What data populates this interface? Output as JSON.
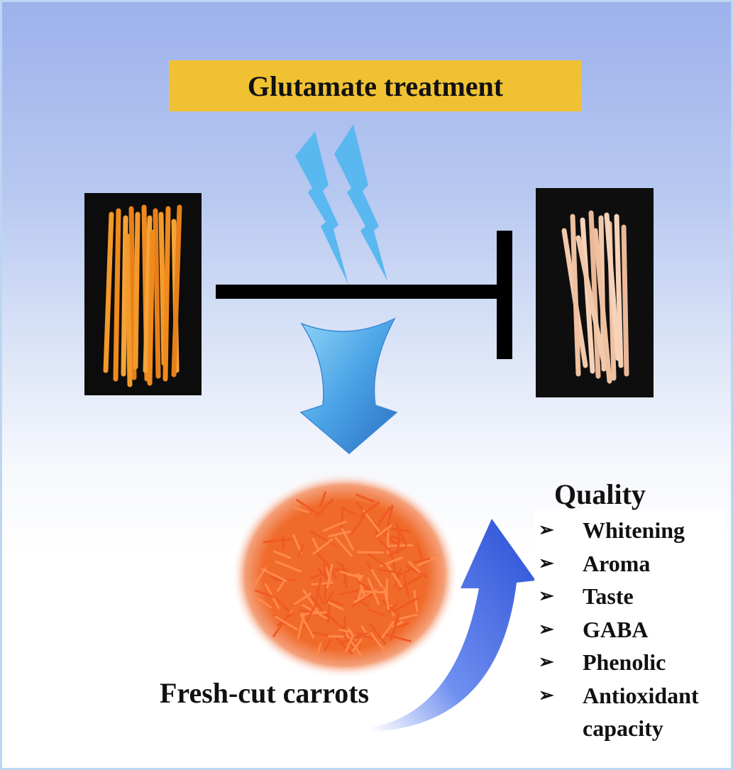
{
  "title": "Glutamate treatment",
  "caption": "Fresh-cut carrots",
  "quality": {
    "heading": "Quality",
    "bullet_glyph": "➢",
    "items": [
      {
        "label": "Whitening"
      },
      {
        "label": "Aroma"
      },
      {
        "label": "Taste"
      },
      {
        "label": "GABA"
      },
      {
        "label": "Phenolic"
      },
      {
        "label": "Antioxidant",
        "label2": "capacity"
      }
    ]
  },
  "colors": {
    "title_box": "#f0c233",
    "lightning": "#5ab8f0",
    "down_arrow": "#4aa3e6",
    "curved_arrow": "#3f6fe0",
    "carrot_fresh": "#f08a1c",
    "carrot_browned": "#f0c7a8",
    "inhibition_bar": "#000000"
  },
  "icons": {
    "lightning": "lightning-bolt-icon",
    "down_arrow": "down-arrow-icon",
    "curved_arrow": "curved-up-arrow-icon",
    "inhibition": "inhibition-bar-icon"
  }
}
